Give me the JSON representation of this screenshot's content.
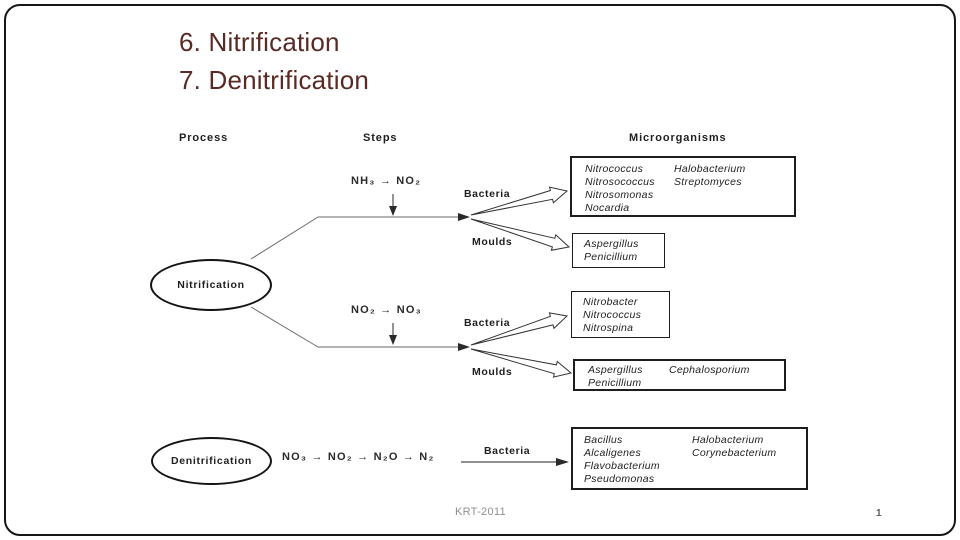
{
  "slide": {
    "title_lines": [
      "6. Nitrification",
      "7. Denitrification"
    ],
    "title_color": "#5a2a25",
    "footer": "KRT-2011",
    "page_number": "1"
  },
  "diagram": {
    "headers": {
      "process": "Process",
      "steps": "Steps",
      "microorganisms": "Microorganisms"
    },
    "ellipses": {
      "nitrification": "Nitrification",
      "denitrification": "Denitrification"
    },
    "steps": {
      "step1": {
        "formula": "NH₃ → NO₂",
        "bacteria_label": "Bacteria",
        "moulds_label": "Moulds"
      },
      "step2": {
        "formula": "NO₂ → NO₃",
        "bacteria_label": "Bacteria",
        "moulds_label": "Moulds"
      },
      "denitrification": {
        "formula": "NO₃ → NO₂ → N₂O → N₂",
        "bacteria_label": "Bacteria"
      }
    },
    "boxes": {
      "box1": {
        "col1": [
          "Nitrococcus",
          "Nitrosococcus",
          "Nitrosomonas",
          "Nocardia"
        ],
        "col2": [
          "Halobacterium",
          "Streptomyces"
        ]
      },
      "box2": {
        "col1": [
          "Aspergillus",
          "Penicillium"
        ]
      },
      "box3": {
        "col1": [
          "Nitrobacter",
          "Nitrococcus",
          "Nitrospina"
        ]
      },
      "box4": {
        "col1": [
          "Aspergillus",
          "Penicillium"
        ],
        "col2": [
          "Cephalosporium"
        ]
      },
      "box5": {
        "col1": [
          "Bacillus",
          "Alcaligenes",
          "Flavobacterium",
          "Pseudomonas"
        ],
        "col2": [
          "Halobacterium",
          "Corynebacterium"
        ]
      }
    }
  }
}
